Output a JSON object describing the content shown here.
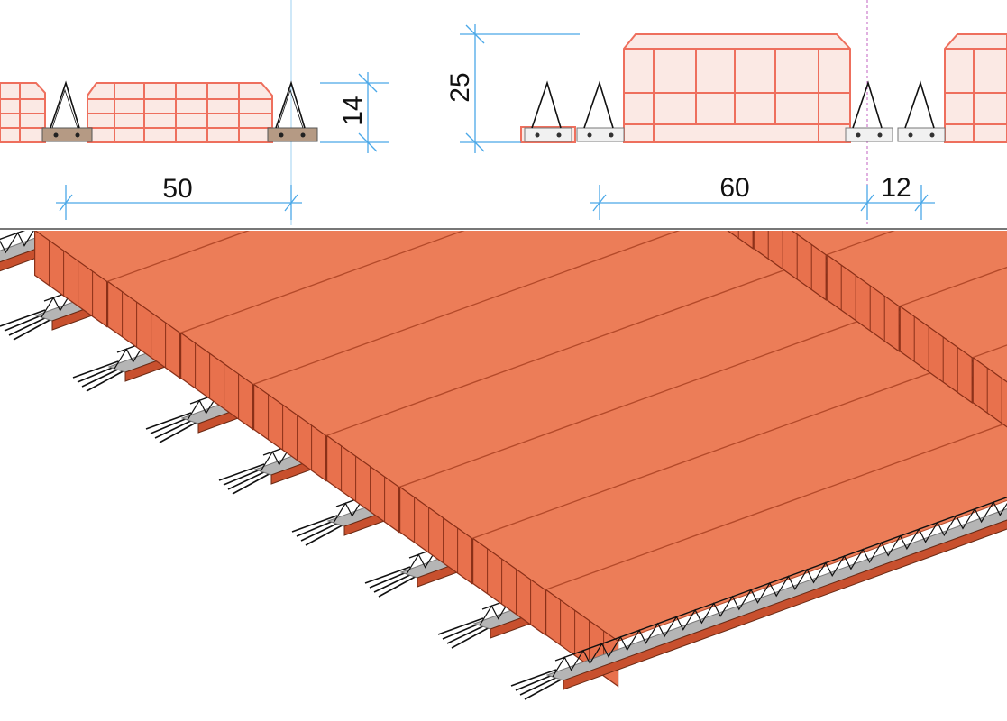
{
  "dimensions": {
    "width_left": "50",
    "height_left": "14",
    "height_right": "25",
    "width_right": "60",
    "joist_spacing": "12"
  },
  "colors": {
    "block_face": "#e8714d",
    "block_top": "#ec7d58",
    "block_dark": "#c8502e",
    "section_outline": "#ee6f5d",
    "section_fill": "#fbe9e4",
    "dimension_line": "#4aa8e8",
    "concrete": "#b5b5b5",
    "steel": "#111111"
  }
}
